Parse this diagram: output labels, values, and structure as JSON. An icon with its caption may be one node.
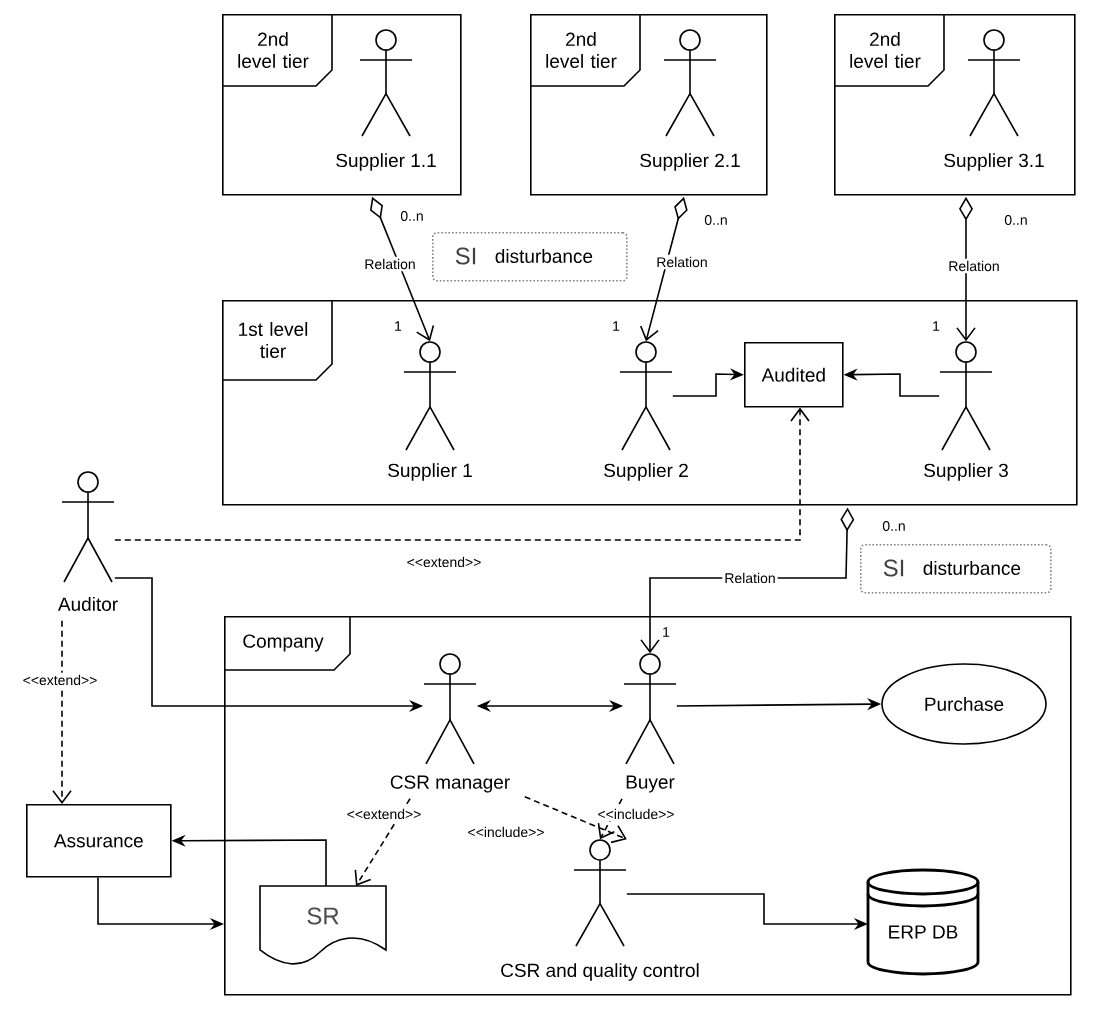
{
  "diagram": {
    "nodes": [
      {
        "text": [
          "2nd level tier"
        ]
      },
      {
        "text": [
          "Supplier 1.1"
        ],
        "in": 0
      },
      {
        "text": [
          "2nd level tier"
        ]
      },
      {
        "text": [
          "Supplier 2.1"
        ],
        "in": 2
      },
      {
        "text": [
          "2nd level tier"
        ]
      },
      {
        "text": [
          "Supplier 3.1"
        ],
        "in": 4
      },
      {
        "text": [
          "SI",
          "disturbance"
        ]
      },
      {
        "text": [
          "1st level tier"
        ]
      },
      {
        "text": [
          "Supplier 1"
        ],
        "in": 7
      },
      {
        "text": [
          "Supplier 2"
        ],
        "in": 7
      },
      {
        "text": [
          "Audited"
        ],
        "in": 7
      },
      {
        "text": [
          "Supplier 3"
        ],
        "in": 7
      },
      {
        "text": [
          "Auditor"
        ]
      },
      {
        "text": [
          "SI",
          "disturbance"
        ]
      },
      {
        "text": [
          "Company"
        ]
      },
      {
        "text": [
          "CSR manager"
        ],
        "in": 14
      },
      {
        "text": [
          "Buyer"
        ],
        "in": 14
      },
      {
        "text": [
          "Purchase"
        ],
        "in": 14
      },
      {
        "text": [
          "Assurance"
        ]
      },
      {
        "text": [
          "SR"
        ],
        "in": 14
      },
      {
        "text": [
          "CSR and quality control"
        ],
        "in": 14
      },
      {
        "text": [
          "ERP DB"
        ],
        "in": 14
      }
    ],
    "edges": [
      {
        "from": 1,
        "to": 8,
        "arrow": "to",
        "label": "Relation"
      },
      {
        "from": 3,
        "to": 9,
        "arrow": "to",
        "label": "Relation"
      },
      {
        "from": 5,
        "to": 11,
        "arrow": "to",
        "label": "Relation"
      },
      {
        "from": 9,
        "to": 10,
        "arrow": "to"
      },
      {
        "from": 11,
        "to": 10,
        "arrow": "to"
      },
      {
        "from": 12,
        "to": 10,
        "arrow": "to",
        "style": "dashed",
        "label": "<<extend>>"
      },
      {
        "from": 7,
        "to": 16,
        "arrow": "to",
        "label": "Relation"
      },
      {
        "from": 12,
        "to": 15,
        "arrow": "to"
      },
      {
        "from": 15,
        "to": 16,
        "arrow": "both"
      },
      {
        "from": 16,
        "to": 17,
        "arrow": "to"
      },
      {
        "from": 12,
        "to": 18,
        "arrow": "to",
        "style": "dashed",
        "label": "<<extend>>"
      },
      {
        "from": 15,
        "to": 19,
        "arrow": "to",
        "style": "dashed",
        "label": "<<extend>>"
      },
      {
        "from": 15,
        "to": 20,
        "arrow": "to",
        "style": "dashed",
        "label": "<<include>>"
      },
      {
        "from": 16,
        "to": 20,
        "arrow": "to",
        "style": "dashed",
        "label": "<<include>>"
      },
      {
        "from": 19,
        "to": 18,
        "arrow": "to"
      },
      {
        "from": 18,
        "to": 14,
        "arrow": "to"
      },
      {
        "from": 20,
        "to": 21,
        "arrow": "to"
      }
    ],
    "labels": [
      "0..n",
      "0..n",
      "0..n",
      "1",
      "1",
      "1",
      "0..n",
      "1"
    ]
  }
}
